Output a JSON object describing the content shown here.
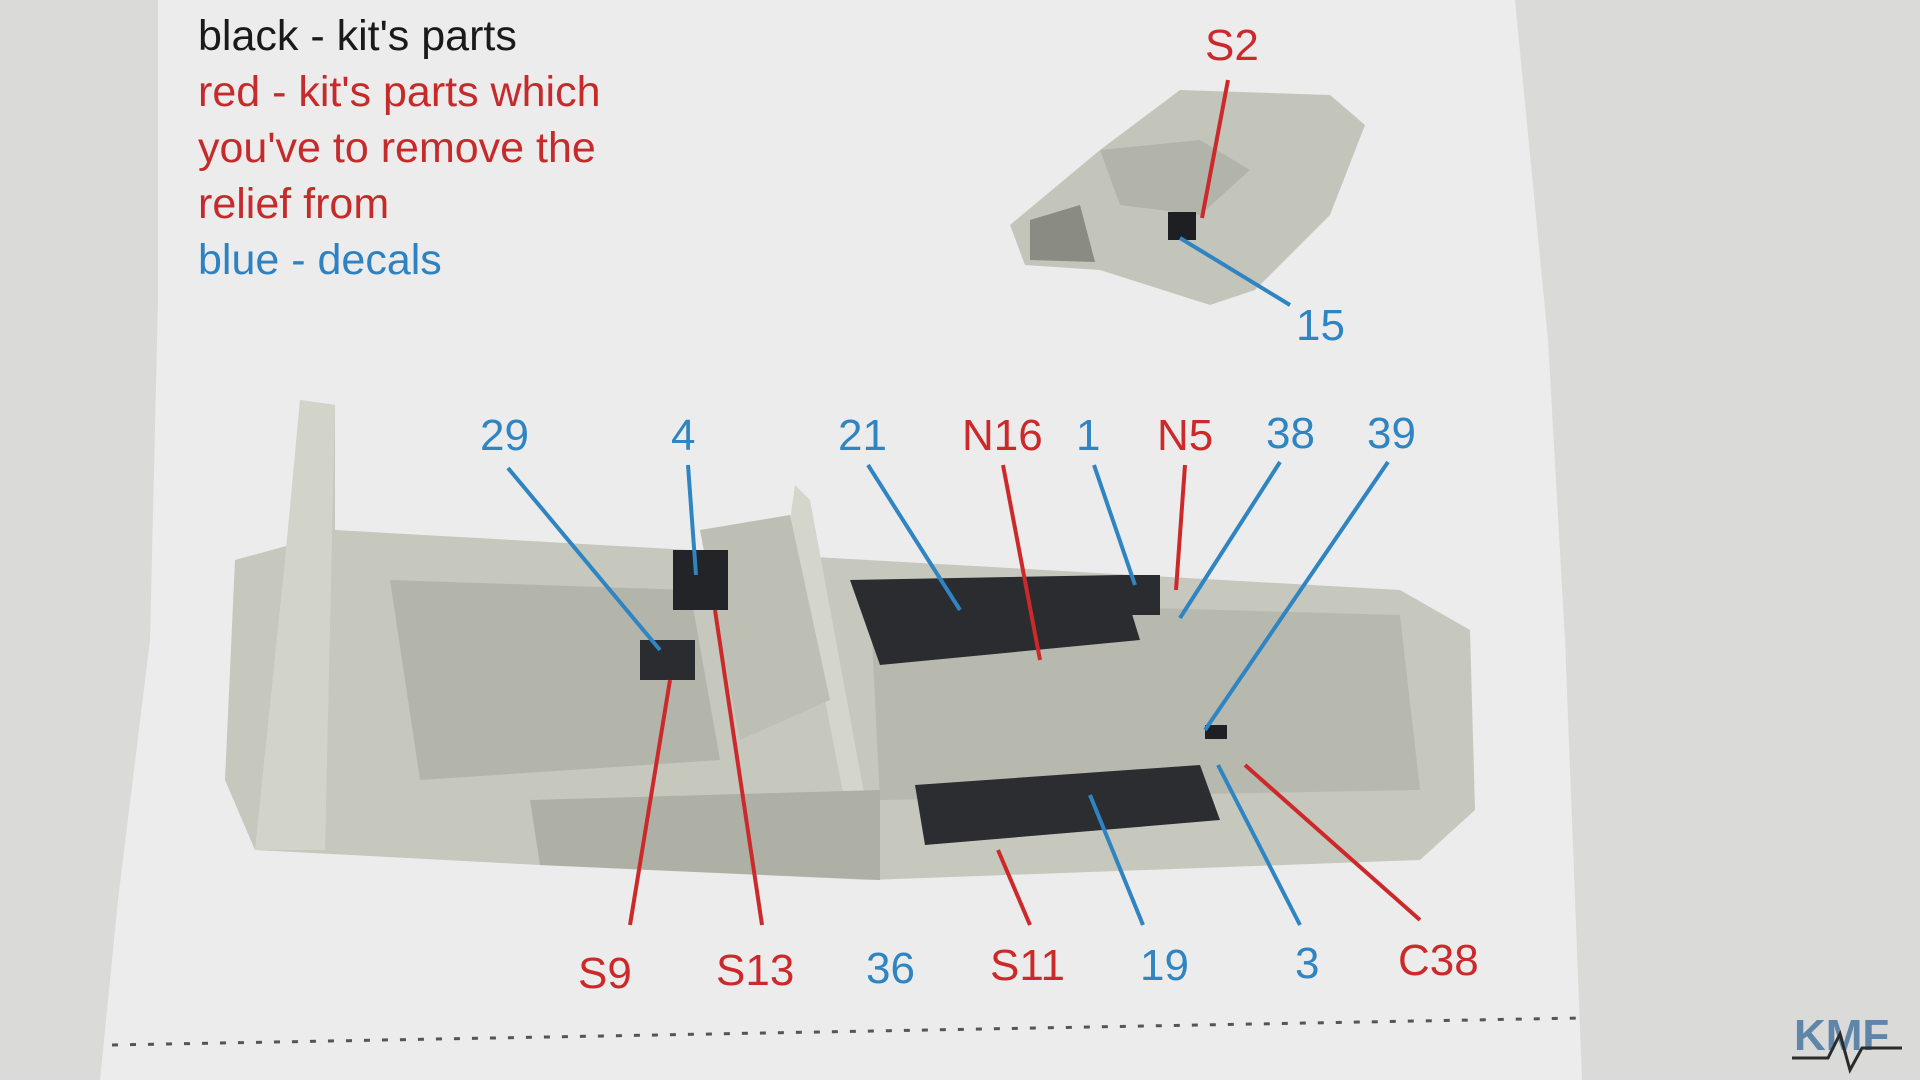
{
  "legend": {
    "black_line": "black - kit's parts",
    "red_lines": [
      "red - kit's parts which",
      "you've to remove the",
      "relief from"
    ],
    "blue_line": "blue - decals"
  },
  "colors": {
    "kit_parts": "#1a1a1a",
    "remove_relief": "#cc2a2a",
    "decals": "#2f84c2",
    "resin_part": "#c4c6bb"
  },
  "callouts": {
    "s2": "S2",
    "c15": "15",
    "c29": "29",
    "c4": "4",
    "c21": "21",
    "n16": "N16",
    "c1": "1",
    "n5": "N5",
    "c38": "38",
    "c39": "39",
    "s9": "S9",
    "s13": "S13",
    "c36": "36",
    "s11": "S11",
    "c19": "19",
    "c3": "3",
    "bigc38": "C38"
  },
  "watermark": {
    "text": "KMF"
  }
}
